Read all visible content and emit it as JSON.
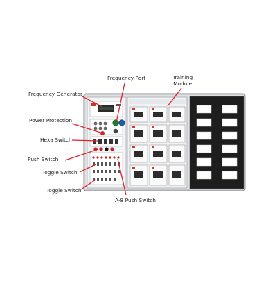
{
  "callouts": {
    "frequency_generator": "Frequency Generator",
    "frequency_port": "Frequency Port",
    "training_module_line1": "Training",
    "training_module_line2": "Module",
    "power_protection": "Power Protection",
    "hexa_switch": "Hexa Switch",
    "push_switch": "Push Switch",
    "toggle_switch_1": "Toggle Switch",
    "toggle_switch_2": "Toggle Switch",
    "a8_push_switch": "A-8 Push Switch"
  },
  "colors": {
    "leader_line": "#e0202a",
    "frame": "#c7c9cc",
    "panel": "#f3f4f6",
    "storage_bay": "#1e1e1e",
    "display": "#2b2b2b"
  }
}
